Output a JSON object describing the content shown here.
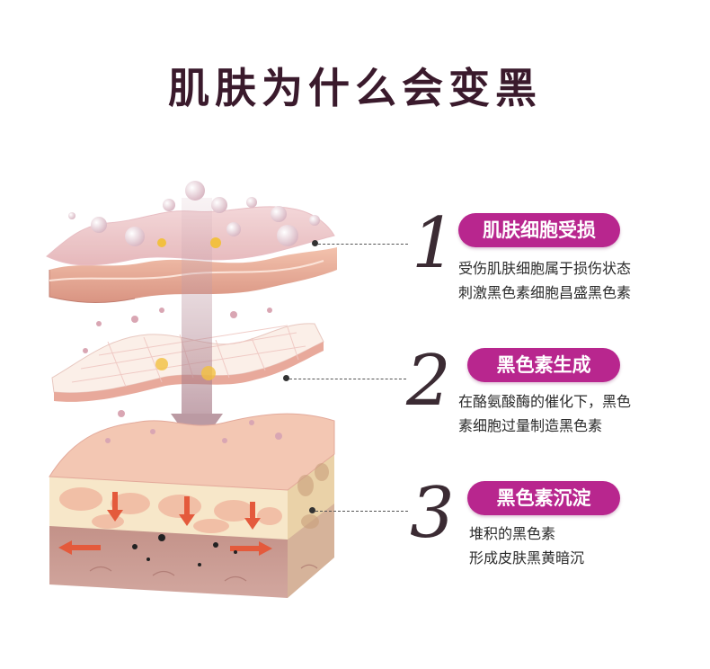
{
  "title": "肌肤为什么会变黑",
  "steps": [
    {
      "number": "1",
      "label": "肌肤细胞受损",
      "desc": [
        "受伤肌肤细胞属于损伤状态",
        "刺激黑色素细胞昌盛黑色素"
      ]
    },
    {
      "number": "2",
      "label": "黑色素生成",
      "desc": [
        "在酪氨酸酶的催化下，黑色",
        "素细胞过量制造黑色素"
      ]
    },
    {
      "number": "3",
      "label": "黑色素沉淀",
      "desc": [
        "堆积的黑色素",
        "形成皮肤黑黄暗沉"
      ]
    }
  ],
  "colors": {
    "accent": "#b8268e",
    "title": "#3a1a2c"
  }
}
